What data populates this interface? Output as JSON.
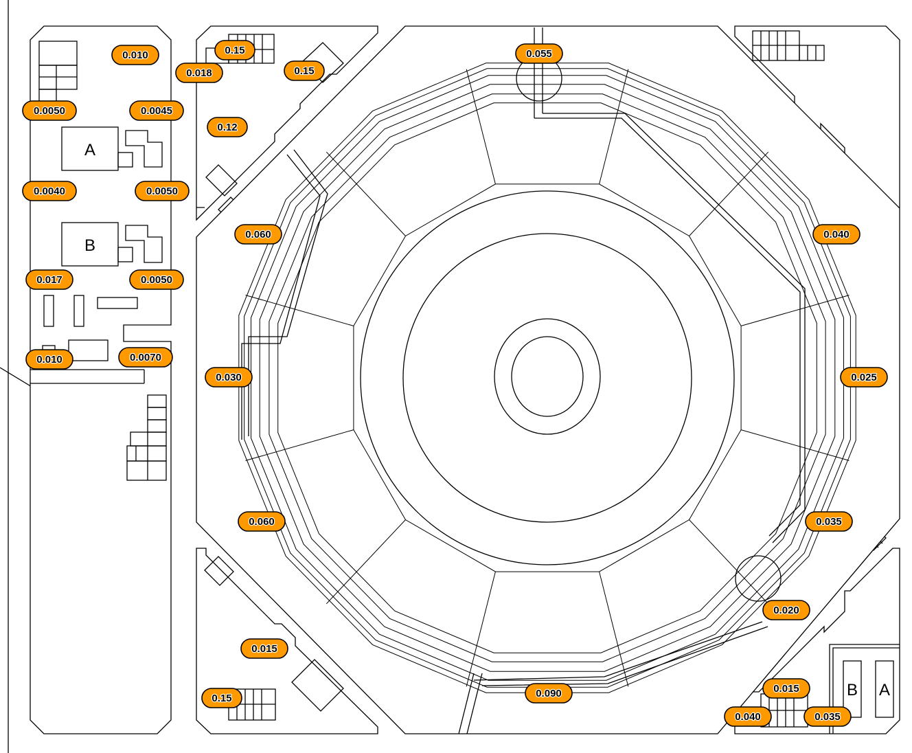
{
  "room_letters": {
    "a_left": "A",
    "b_left": "B",
    "b_right": "B",
    "a_right": "A"
  },
  "dose_labels": {
    "l_010_top": "0.010",
    "l_0050_a": "0.0050",
    "l_0045": "0.0045",
    "l_0040": "0.0040",
    "l_0050_b": "0.0050",
    "l_017": "0.017",
    "l_0050_c": "0.0050",
    "l_010_bottom": "0.010",
    "l_0070": "0.0070",
    "tl_15_a": "0.15",
    "tl_018": "0.018",
    "tl_15_b": "0.15",
    "tl_12": "0.12",
    "c_055": "0.055",
    "c_060_top": "0.060",
    "c_040": "0.040",
    "c_030": "0.030",
    "c_025": "0.025",
    "c_060_bottom": "0.060",
    "c_035_right": "0.035",
    "c_020": "0.020",
    "c_090": "0.090",
    "bl_015": "0.015",
    "bl_15": "0.15",
    "br_015": "0.015",
    "br_040": "0.040",
    "br_035": "0.035"
  },
  "colors": {
    "label_fill": "#FF9900",
    "line": "#000000",
    "background": "#ffffff"
  }
}
